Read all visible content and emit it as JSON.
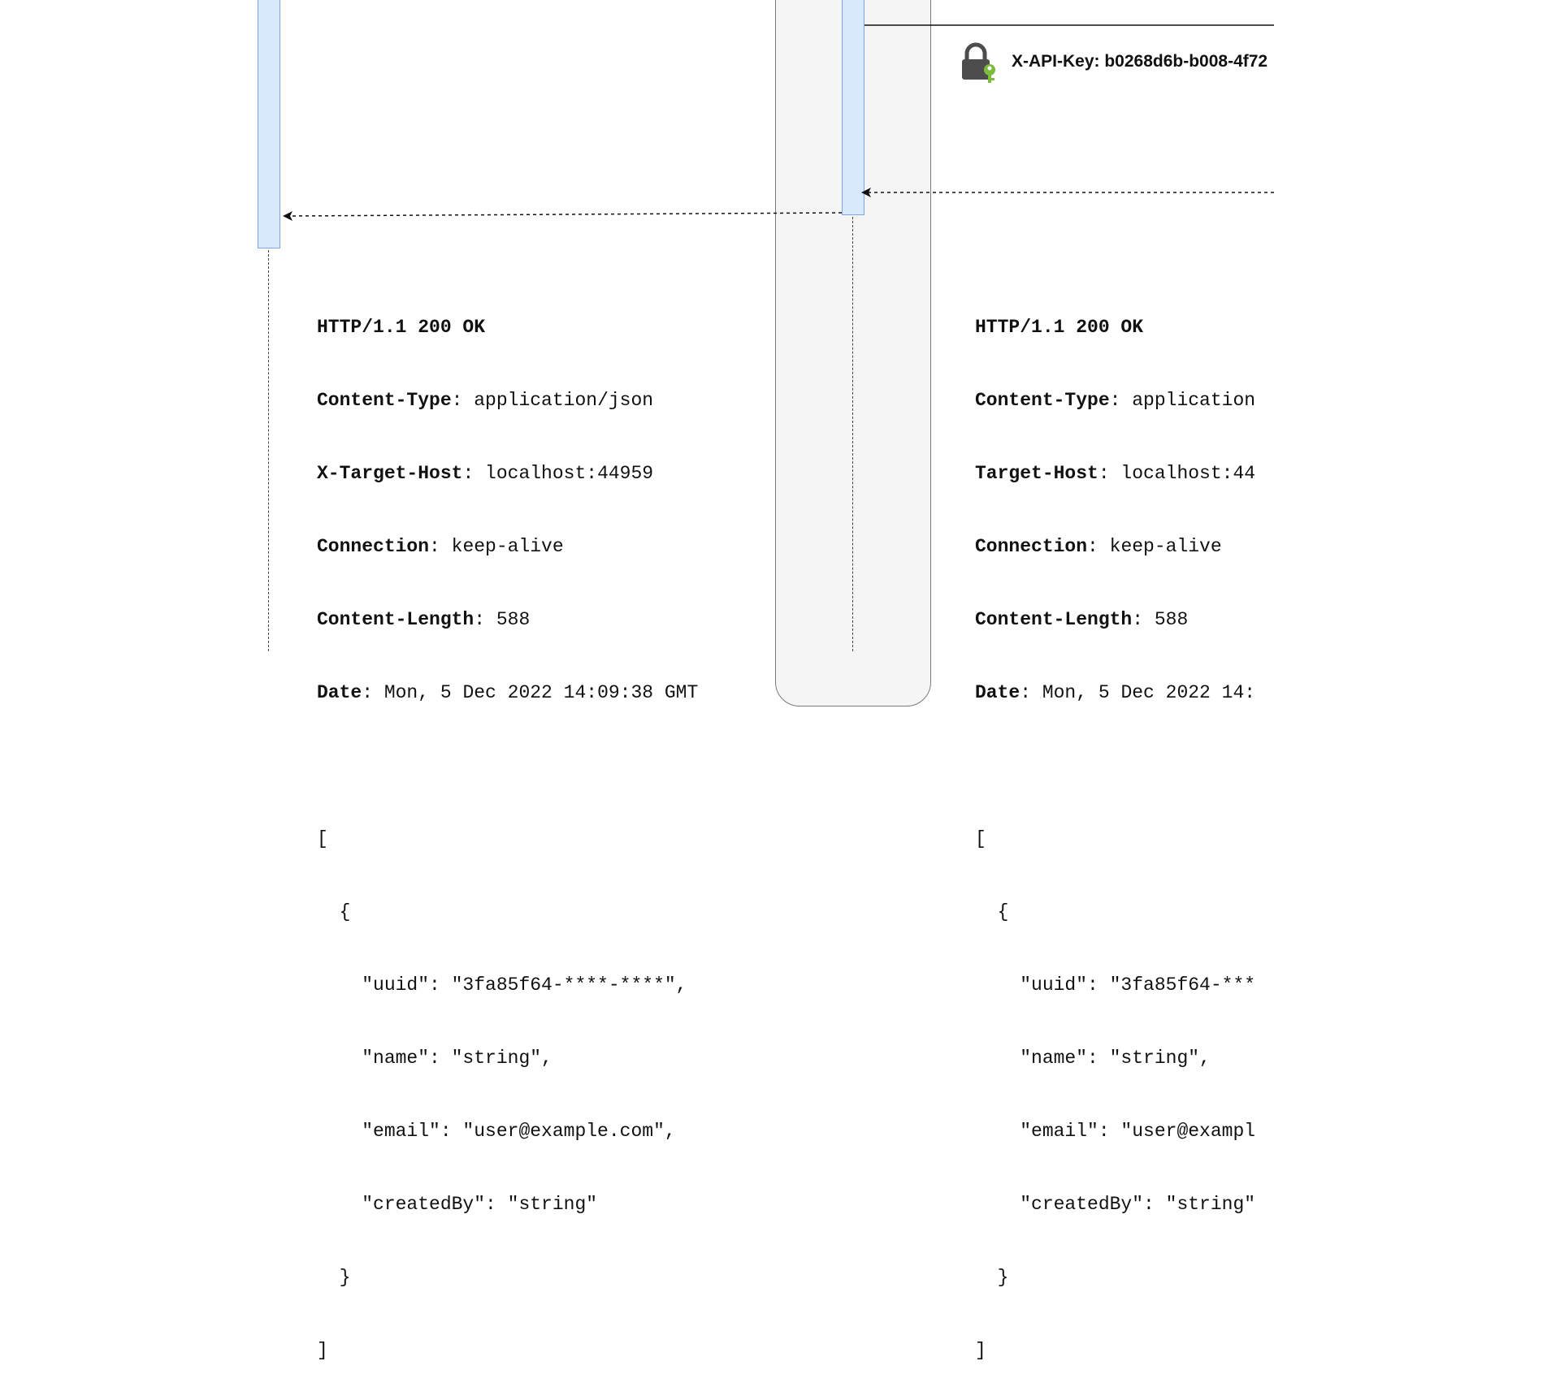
{
  "auth_label": "X-API-Key: b0268d6b-b008-4f72",
  "responses": [
    {
      "status_line": "HTTP/1.1 200 OK",
      "headers": [
        {
          "key": "Content-Type",
          "value": ": application/json"
        },
        {
          "key": "X-Target-Host",
          "value": ": localhost:44959"
        },
        {
          "key": "Connection",
          "value": ": keep-alive"
        },
        {
          "key": "Content-Length",
          "value": ": 588"
        },
        {
          "key": "Date",
          "value": ": Mon, 5 Dec 2022 14:09:38 GMT"
        }
      ],
      "body_lines": [
        "[",
        "  {",
        "    \"uuid\": \"3fa85f64-****-****\",",
        "    \"name\": \"string\",",
        "    \"email\": \"user@example.com\",",
        "    \"createdBy\": \"string\"",
        "  }",
        "]"
      ]
    },
    {
      "status_line": "HTTP/1.1 200 OK",
      "headers": [
        {
          "key": "Content-Type",
          "value": ": application"
        },
        {
          "key": "Target-Host",
          "value": ": localhost:44"
        },
        {
          "key": "Connection",
          "value": ": keep-alive"
        },
        {
          "key": "Content-Length",
          "value": ": 588"
        },
        {
          "key": "Date",
          "value": ": Mon, 5 Dec 2022 14:"
        }
      ],
      "body_lines": [
        "[",
        "  {",
        "    \"uuid\": \"3fa85f64-***",
        "    \"name\": \"string\",",
        "    \"email\": \"user@exampl",
        "    \"createdBy\": \"string\"",
        "  }",
        "]"
      ]
    }
  ],
  "colors": {
    "activation_fill": "#dae8fc",
    "activation_stroke": "#7ea6e0",
    "proxy_fill": "#f5f5f5",
    "lock_body": "#4d4d4d",
    "key_green": "#7dbb3c"
  },
  "icons": {
    "lock": "lock-with-key-icon"
  }
}
